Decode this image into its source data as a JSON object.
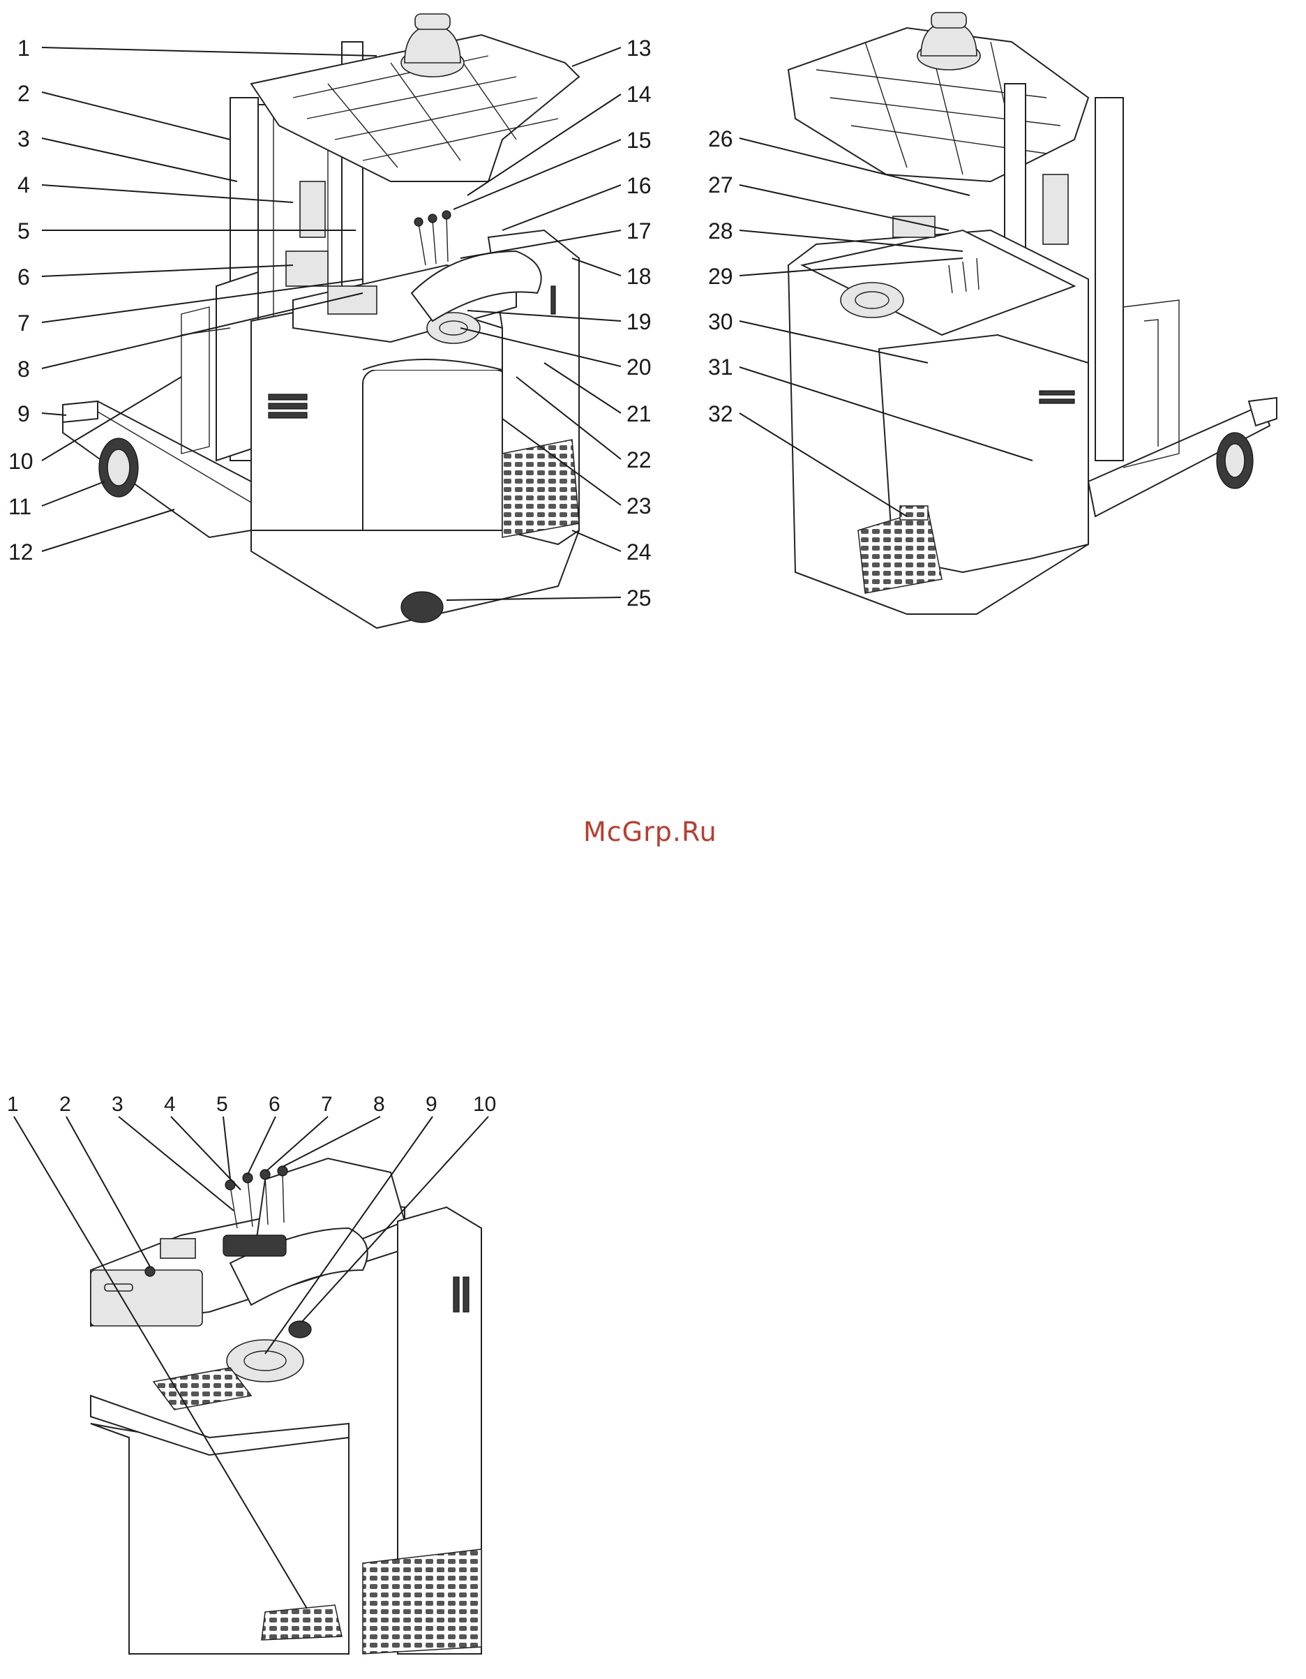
{
  "figure1_left_labels": [
    "1",
    "2",
    "3",
    "4",
    "5",
    "6",
    "7",
    "8",
    "9",
    "10",
    "11",
    "12"
  ],
  "figure1_right_labels": [
    "13",
    "14",
    "15",
    "16",
    "17",
    "18",
    "19",
    "20",
    "21",
    "22",
    "23",
    "24",
    "25"
  ],
  "figure2_left_labels": [
    "26",
    "27",
    "28",
    "29",
    "30",
    "31",
    "32"
  ],
  "figure3_top_labels": [
    "1",
    "2",
    "3",
    "4",
    "5",
    "6",
    "7",
    "8",
    "9",
    "10"
  ],
  "watermark": "McGrp.Ru"
}
